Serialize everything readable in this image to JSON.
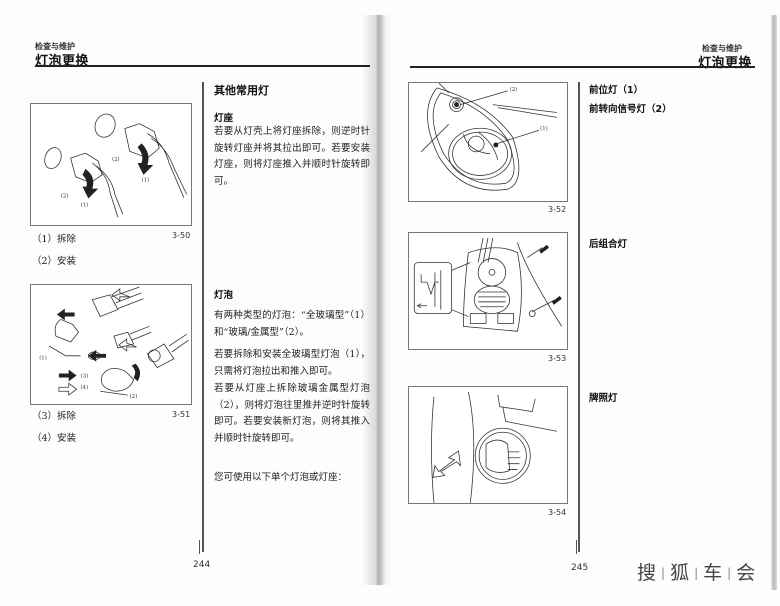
{
  "left_page": {
    "section_label": "检查与维护",
    "section_title": "灯泡更换",
    "page_number": "244",
    "figures": [
      {
        "id": "3-50",
        "callouts": [
          "(1)",
          "(2)",
          "(2)",
          "(1)"
        ],
        "captions": [
          "（1）拆除",
          "（2）安装"
        ]
      },
      {
        "id": "3-51",
        "callouts": [
          "(1)",
          "(2)",
          "(3)",
          "(4)"
        ],
        "captions": [
          "（3）拆除",
          "（4）安装"
        ]
      }
    ],
    "text": {
      "heading": "其他常用灯",
      "subsections": [
        {
          "title": "灯座",
          "paragraphs": [
            "若要从灯壳上将灯座拆除，则逆时针旋转灯座并将其拉出即可。若要安装灯座，则将灯座推入并顺时针旋转即可。"
          ]
        },
        {
          "title": "灯泡",
          "paragraphs": [
            "有两种类型的灯泡：“全玻璃型”（1）和“玻璃/金属型”（2）。",
            "若要拆除和安装全玻璃型灯泡（1），只需将灯泡拉出和推入即可。",
            "若要从灯座上拆除玻璃金属型灯泡（2），则将灯泡往里推并逆时针旋转即可。若要安装新灯泡，则将其推入并顺时针旋转即可。",
            "您可使用以下单个灯泡或灯座："
          ]
        }
      ]
    }
  },
  "right_page": {
    "section_label": "检查与维护",
    "section_title": "灯泡更换",
    "page_number": "245",
    "figures": [
      {
        "id": "3-52",
        "callouts": [
          "(2)",
          "(1)"
        ]
      },
      {
        "id": "3-53",
        "callouts": []
      },
      {
        "id": "3-54",
        "callouts": []
      }
    ],
    "text": {
      "items": [
        {
          "label": "前位灯（1）"
        },
        {
          "label": "前转向信号灯（2）"
        },
        {
          "label": "后组合灯"
        },
        {
          "label": "牌照灯"
        }
      ]
    }
  },
  "watermark": {
    "chars": [
      "搜",
      "狐",
      "车",
      "会"
    ]
  }
}
